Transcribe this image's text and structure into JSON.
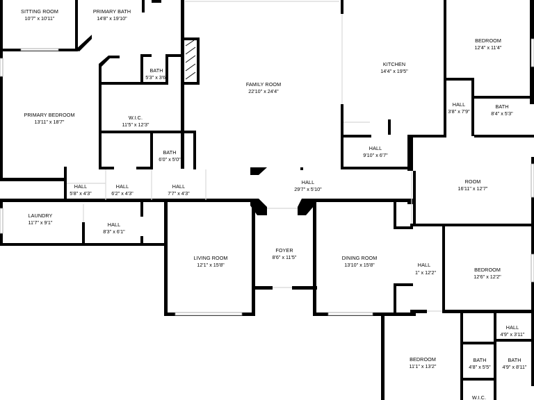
{
  "floorplan": {
    "rooms": [
      {
        "id": "sitting-room",
        "name": "SITTING ROOM",
        "dims": "10'7\" x 10'11\""
      },
      {
        "id": "primary-bath",
        "name": "PRIMARY BATH",
        "dims": "14'8\" x 19'10\""
      },
      {
        "id": "bath-5-3",
        "name": "BATH",
        "dims": "5'3\" x 3'6\""
      },
      {
        "id": "family-room",
        "name": "FAMILY ROOM",
        "dims": "22'10\" x 24'4\""
      },
      {
        "id": "kitchen",
        "name": "KITCHEN",
        "dims": "14'4\" x 19'5\""
      },
      {
        "id": "bedroom-ne",
        "name": "BEDROOM",
        "dims": "12'4\" x 11'4\""
      },
      {
        "id": "primary-bedroom",
        "name": "PRIMARY BEDROOM",
        "dims": "13'11\" x 18'7\""
      },
      {
        "id": "wic-1",
        "name": "W.I.C.",
        "dims": "11'5\" x 12'3\""
      },
      {
        "id": "hall-3-8",
        "name": "HALL",
        "dims": "3'8\" x 7'9\""
      },
      {
        "id": "bath-8-4",
        "name": "BATH",
        "dims": "8'4\" x 5'3\""
      },
      {
        "id": "bath-6-0",
        "name": "BATH",
        "dims": "6'0\" x 5'0\""
      },
      {
        "id": "hall-9-10",
        "name": "HALL",
        "dims": "9'10\" x 6'7\""
      },
      {
        "id": "hall-5-8",
        "name": "HALL",
        "dims": "5'8\" x 4'3\""
      },
      {
        "id": "hall-6-2",
        "name": "HALL",
        "dims": "6'2\" x 4'3\""
      },
      {
        "id": "hall-7-7",
        "name": "HALL",
        "dims": "7'7\" x 4'3\""
      },
      {
        "id": "hall-29-7",
        "name": "HALL",
        "dims": "29'7\" x 5'10\""
      },
      {
        "id": "room",
        "name": "ROOM",
        "dims": "16'11\" x 12'7\""
      },
      {
        "id": "laundry",
        "name": "LAUNDRY",
        "dims": "11'7\" x 9'1\""
      },
      {
        "id": "hall-8-3",
        "name": "HALL",
        "dims": "8'3\" x 6'1\""
      },
      {
        "id": "living-room",
        "name": "LIVING ROOM",
        "dims": "12'1\" x 15'8\""
      },
      {
        "id": "foyer",
        "name": "FOYER",
        "dims": "8'6\" x 11'5\""
      },
      {
        "id": "dining-room",
        "name": "DINING ROOM",
        "dims": "13'10\" x 15'8\""
      },
      {
        "id": "hall-12-2",
        "name": "HALL",
        "dims": "1\" x 12'2\""
      },
      {
        "id": "bedroom-e",
        "name": "BEDROOM",
        "dims": "12'6\" x 12'2\""
      },
      {
        "id": "hall-4-9",
        "name": "HALL",
        "dims": "4'9\" x 3'11\""
      },
      {
        "id": "bedroom-s",
        "name": "BEDROOM",
        "dims": "11'1\" x 13'2\""
      },
      {
        "id": "bath-4-8",
        "name": "BATH",
        "dims": "4'8\" x 5'5\""
      },
      {
        "id": "bath-4-9",
        "name": "BATH",
        "dims": "4'9\" x 8'11\""
      },
      {
        "id": "wic-2",
        "name": "W.I.C.",
        "dims": ""
      }
    ]
  }
}
